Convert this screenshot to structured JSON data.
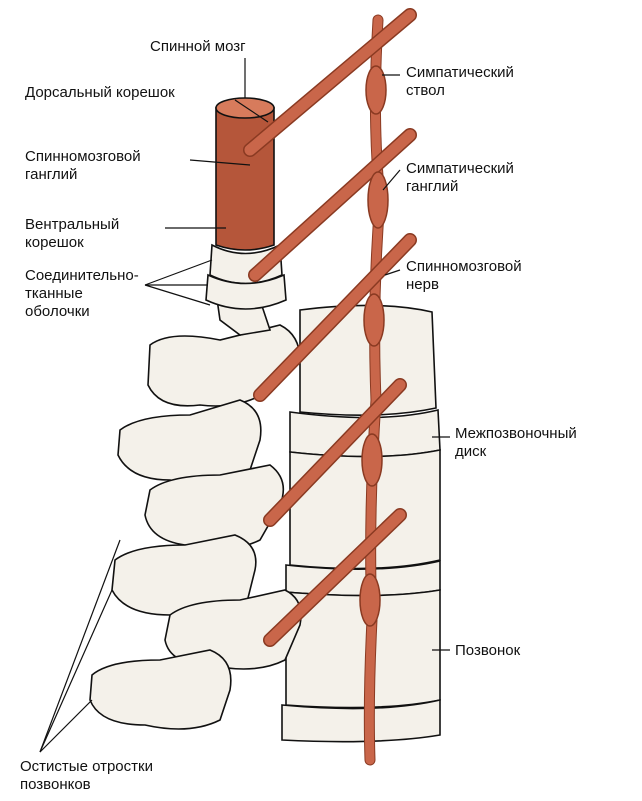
{
  "labels": {
    "spinal_cord": "Спинной мозг",
    "dorsal_root": "Дорсальный корешок",
    "spinal_ganglion_1": "Спинномозговой",
    "spinal_ganglion_2": "ганглий",
    "ventral_root_1": "Вентральный",
    "ventral_root_2": "корешок",
    "connective_1": "Соединительно-",
    "connective_2": "тканные",
    "connective_3": "оболочки",
    "sympathetic_trunk_1": "Симпатический",
    "sympathetic_trunk_2": "ствол",
    "sympathetic_ganglion_1": "Симпатический",
    "sympathetic_ganglion_2": "ганглий",
    "spinal_nerve_1": "Спинномозговой",
    "spinal_nerve_2": "нерв",
    "intervertebral_disc_1": "Межпозвоночный",
    "intervertebral_disc_2": "диск",
    "vertebra": "Позвонок",
    "spinous_processes_1": "Остистые отростки",
    "spinous_processes_2": "позвонков"
  },
  "colors": {
    "nerve": "#c9664a",
    "nerve_dark": "#8a3a22",
    "bone": "#f4f1ea",
    "outline": "#111111"
  }
}
